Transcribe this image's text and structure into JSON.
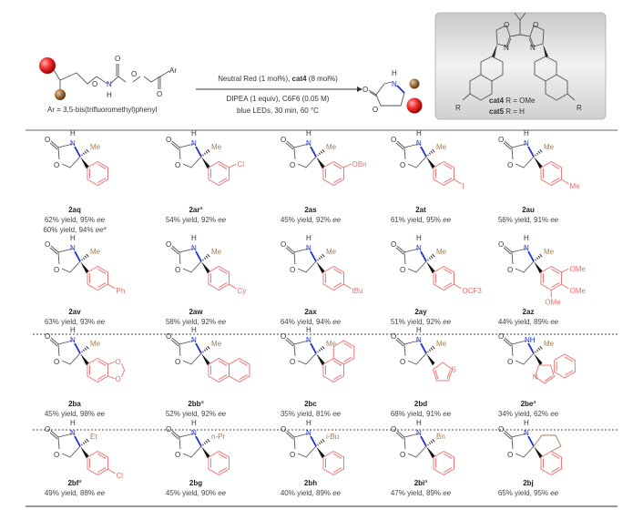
{
  "scheme": {
    "conditions_top": [
      "Neutral Red (1 mol%), ",
      "cat4",
      " (8 mol%)"
    ],
    "conditions_mid": "DIPEA (1 equiv), C6F6 (0.05 M)",
    "conditions_bot": "blue LEDs, 30 min, 60 °C",
    "ar_definition": "Ar = 3,5-bis(trifluoromethyl)phenyl",
    "reactant_labels": {
      "o": "O",
      "n": "N",
      "h": "H",
      "ar": "Ar"
    },
    "catalyst": {
      "o": "O",
      "n": "N",
      "r": "R",
      "cat4": "cat4",
      "cat4_def": " R = OMe",
      "cat5": "cat5",
      "cat5_def": " R = H"
    }
  },
  "labels": {
    "ee": "ee",
    "o": "O",
    "n": "N",
    "h": "H",
    "nh": "NH",
    "s": "S"
  },
  "colors": {
    "substituent_ring": "#f06a6a",
    "alkyl": "#a67c52",
    "nitrogen_bond": "#1a2fd6"
  },
  "compounds": [
    {
      "id": "2aq",
      "sup": "",
      "r": "Me",
      "aryl": "phenyl",
      "sub": "",
      "pos": "",
      "yields": [
        "62% yield, 95% ",
        "60% yield, 94% "
      ],
      "sup2": "a"
    },
    {
      "id": "2ar",
      "sup": "a",
      "r": "Me",
      "aryl": "phenyl",
      "sub": "Cl",
      "pos": "meta",
      "yields": [
        "54% yield, 92% "
      ]
    },
    {
      "id": "2as",
      "sup": "",
      "r": "Me",
      "aryl": "phenyl",
      "sub": "OBn",
      "pos": "meta",
      "yields": [
        "45% yield, 92% "
      ]
    },
    {
      "id": "2at",
      "sup": "",
      "r": "Me",
      "aryl": "phenyl",
      "sub": "I",
      "pos": "para",
      "yields": [
        "61% yield, 95% "
      ]
    },
    {
      "id": "2au",
      "sup": "",
      "r": "Me",
      "aryl": "phenyl",
      "sub": "Me",
      "pos": "para",
      "yields": [
        "56% yield, 91% "
      ]
    },
    {
      "id": "2av",
      "sup": "",
      "r": "Me",
      "aryl": "phenyl",
      "sub": "Ph",
      "pos": "para",
      "yields": [
        "63% yield, 93% "
      ]
    },
    {
      "id": "2aw",
      "sup": "",
      "r": "Me",
      "aryl": "phenyl",
      "sub": "Cy",
      "pos": "para",
      "yields": [
        "58% yield, 92% "
      ]
    },
    {
      "id": "2ax",
      "sup": "",
      "r": "Me",
      "aryl": "phenyl",
      "sub": "tBu",
      "pos": "para",
      "yields": [
        "64% yield, 94% "
      ]
    },
    {
      "id": "2ay",
      "sup": "",
      "r": "Me",
      "aryl": "phenyl",
      "sub": "OCF3",
      "pos": "para",
      "yields": [
        "51% yield, 92% "
      ]
    },
    {
      "id": "2az",
      "sup": "",
      "r": "Me",
      "aryl": "trimethoxy",
      "sub": "OMe",
      "pos": "",
      "yields": [
        "44% yield, 89% "
      ]
    },
    {
      "id": "2ba",
      "sup": "",
      "r": "Me",
      "aryl": "benzodioxole",
      "sub": "",
      "pos": "",
      "yields": [
        "45% yield, 98% "
      ]
    },
    {
      "id": "2bb",
      "sup": "a",
      "r": "Me",
      "aryl": "naphth2",
      "sub": "",
      "pos": "",
      "yields": [
        "52% yield, 92% "
      ]
    },
    {
      "id": "2bc",
      "sup": "",
      "r": "Me",
      "aryl": "naphth1",
      "sub": "",
      "pos": "",
      "yields": [
        "35% yield, 81% "
      ]
    },
    {
      "id": "2bd",
      "sup": "",
      "r": "Me",
      "aryl": "thienyl",
      "sub": "",
      "pos": "",
      "yields": [
        "68% yield, 91% "
      ]
    },
    {
      "id": "2be",
      "sup": "a",
      "r": "Me",
      "aryl": "indolyl",
      "sub": "",
      "pos": "",
      "yields": [
        "34% yield, 62% "
      ]
    },
    {
      "id": "2bf",
      "sup": "a",
      "r": "Et",
      "aryl": "phenyl",
      "sub": "Cl",
      "pos": "para",
      "yields": [
        "49% yield, 88% "
      ]
    },
    {
      "id": "2bg",
      "sup": "",
      "r": "n-Pr",
      "aryl": "phenyl",
      "sub": "",
      "pos": "",
      "yields": [
        "45% yield, 90% "
      ]
    },
    {
      "id": "2bh",
      "sup": "",
      "r": "i-Bu",
      "aryl": "phenyl",
      "sub": "",
      "pos": "",
      "yields": [
        "40% yield, 89% "
      ]
    },
    {
      "id": "2bi",
      "sup": "a",
      "r": "Bn",
      "aryl": "phenyl",
      "sub": "",
      "pos": "",
      "yields": [
        "47% yield, 89% "
      ]
    },
    {
      "id": "2bj",
      "sup": "",
      "r": "",
      "aryl": "spiro",
      "sub": "",
      "pos": "",
      "yields": [
        "65% yield, 95% "
      ]
    }
  ]
}
